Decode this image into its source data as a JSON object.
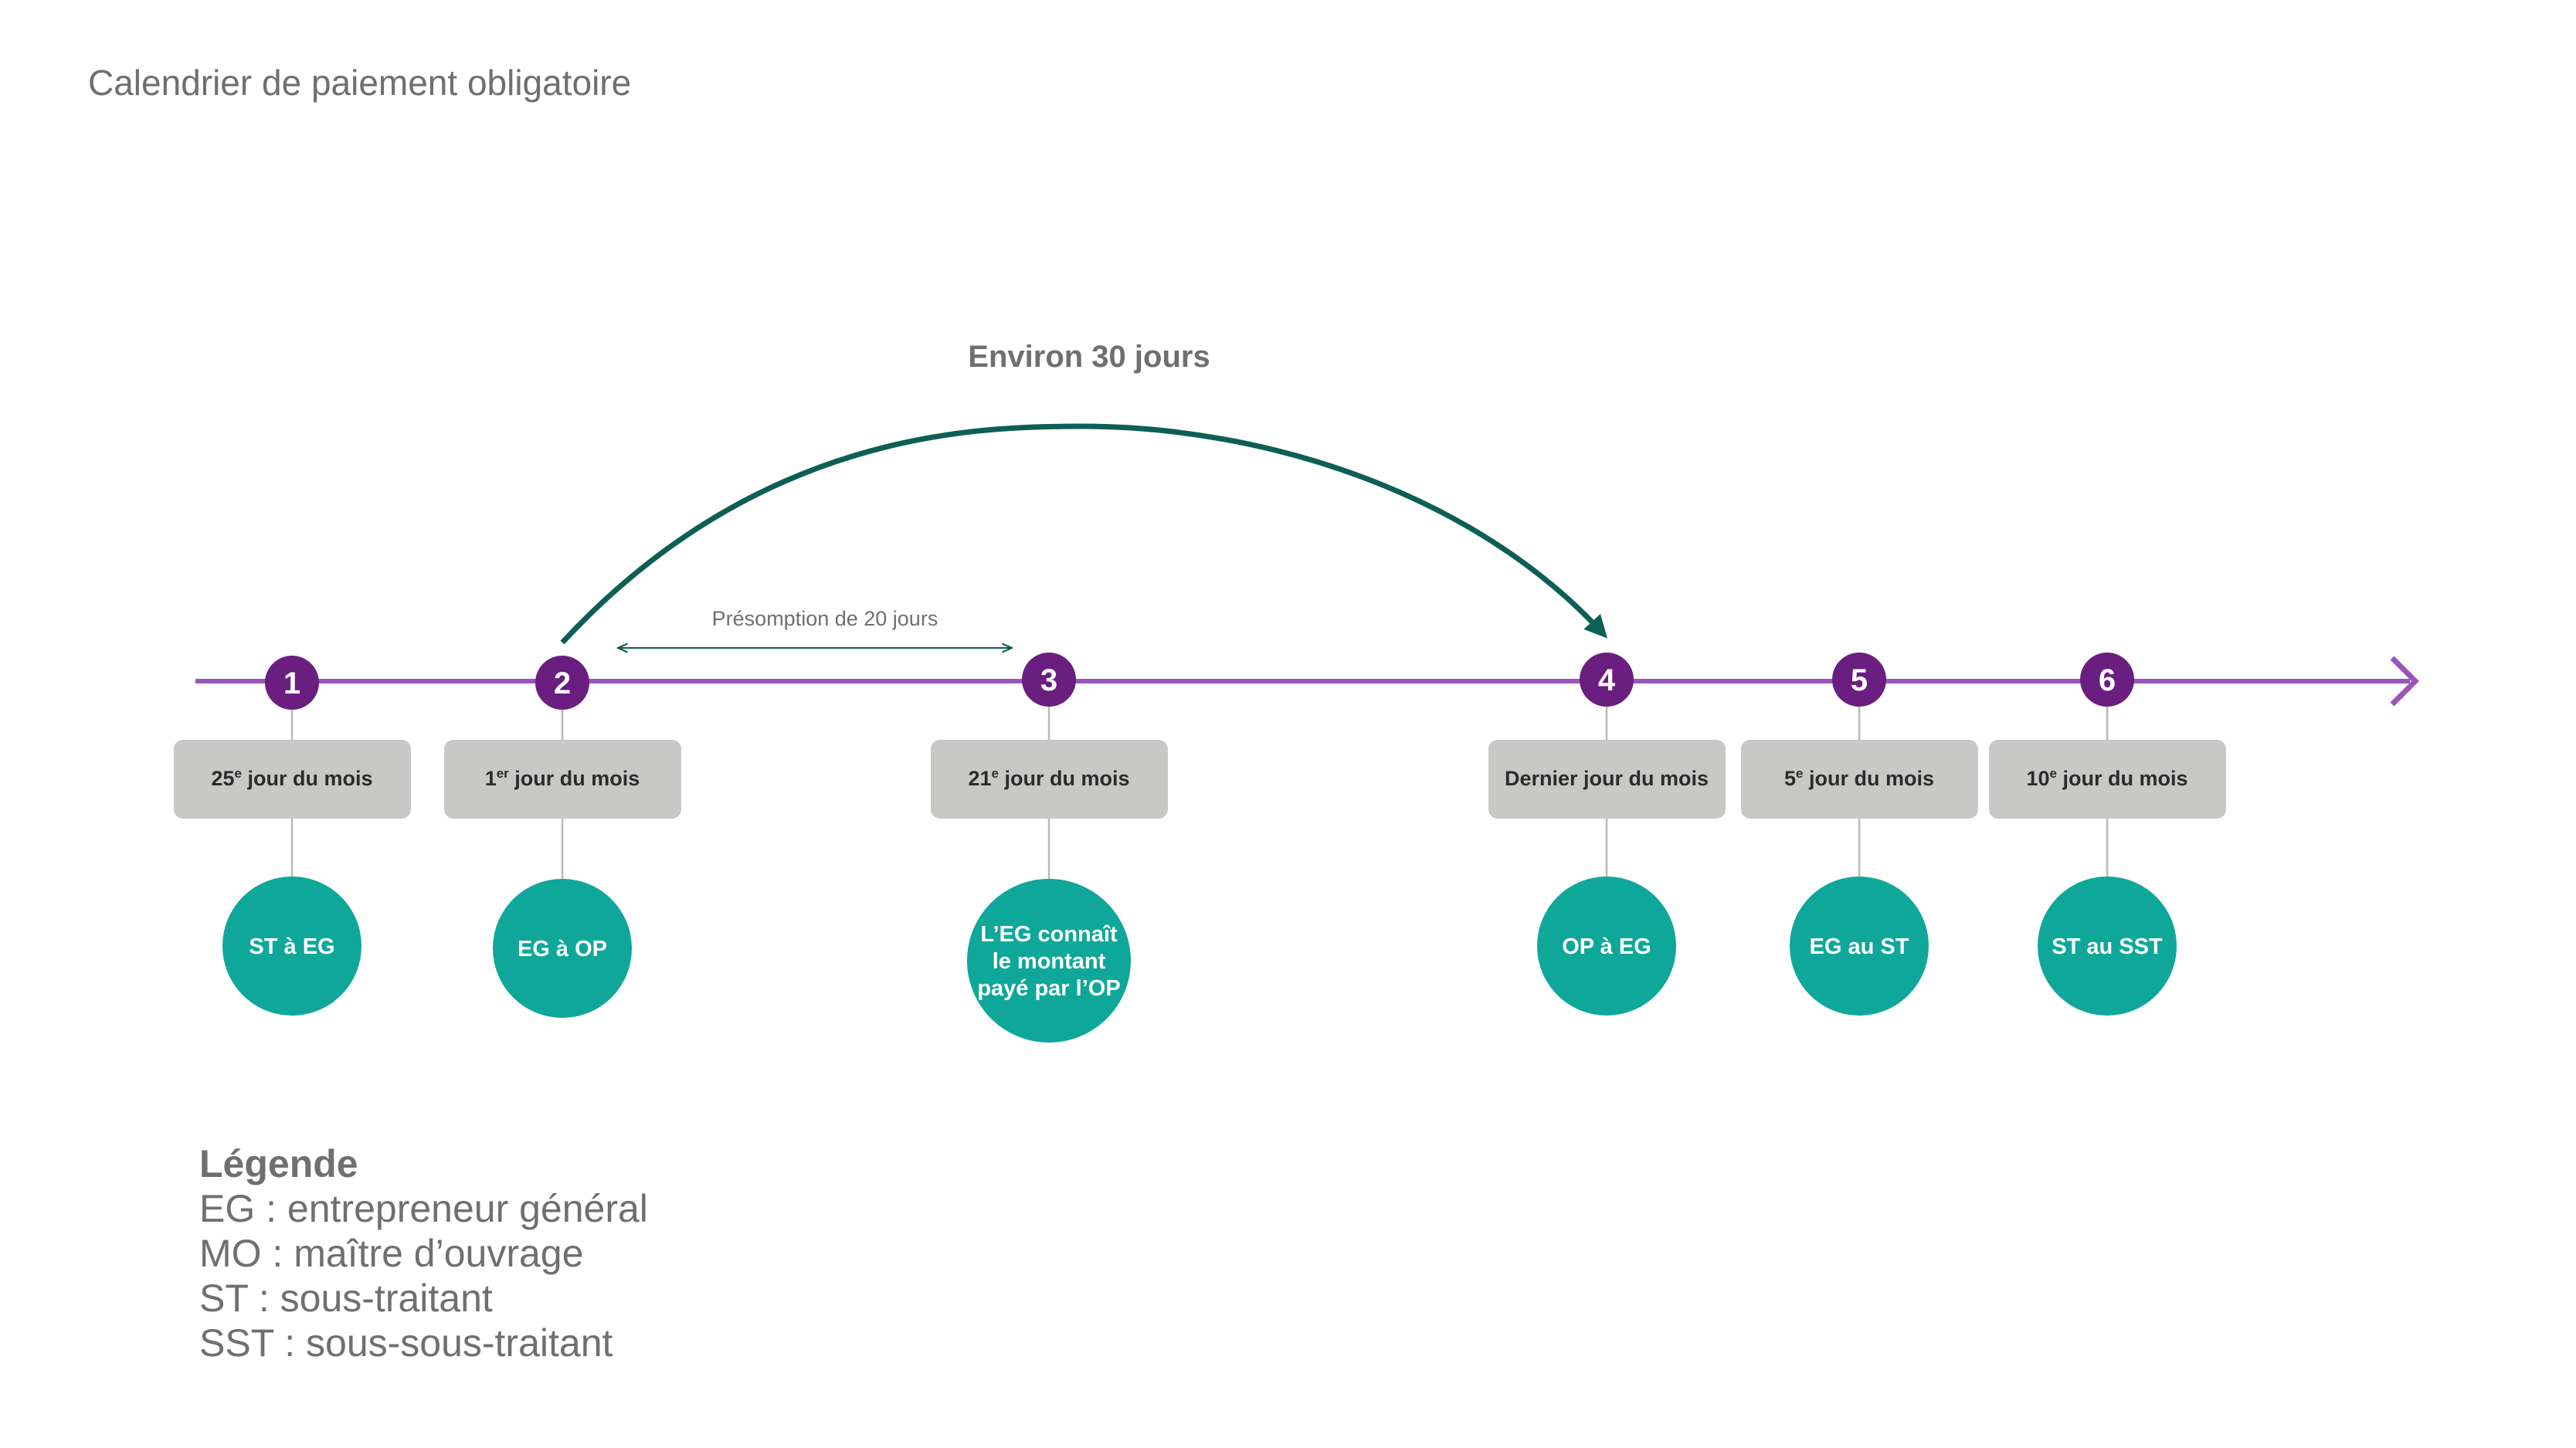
{
  "title": "Calendrier de paiement obligatoire",
  "arc_label": "Environ 30 jours",
  "presumption_label": "Présomption de 20 jours",
  "colors": {
    "timeline": "#9a55ba",
    "step_circle": "#6a1e80",
    "label_box": "#c8c8c6",
    "event_circle": "#0fa79a",
    "arc": "#0d5f55",
    "text_grey": "#6f6f6f"
  },
  "steps": [
    {
      "number": "1",
      "day_pre": "25",
      "day_sup": "e",
      "day_post": " jour du mois",
      "event_lines": [
        "ST à EG"
      ]
    },
    {
      "number": "2",
      "day_pre": "1",
      "day_sup": "er",
      "day_post": " jour du mois",
      "event_lines": [
        "EG à OP"
      ]
    },
    {
      "number": "3",
      "day_pre": "21",
      "day_sup": "e",
      "day_post": " jour du mois",
      "event_lines": [
        "L’EG connaît",
        "le montant",
        "payé par l’OP"
      ]
    },
    {
      "number": "4",
      "day_pre": "Dernier jour du mois",
      "day_sup": "",
      "day_post": "",
      "event_lines": [
        "OP à EG"
      ]
    },
    {
      "number": "5",
      "day_pre": "5",
      "day_sup": "e",
      "day_post": " jour du mois",
      "event_lines": [
        "EG au ST"
      ]
    },
    {
      "number": "6",
      "day_pre": "10",
      "day_sup": "e",
      "day_post": " jour du mois",
      "event_lines": [
        "ST au SST"
      ]
    }
  ],
  "legend": {
    "title": "Légende",
    "items": [
      "EG : entrepreneur général",
      "MO : maître d’ouvrage",
      "ST : sous-traitant",
      "SST : sous-sous-traitant"
    ]
  }
}
